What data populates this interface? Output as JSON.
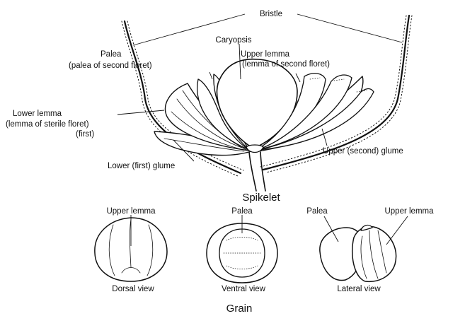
{
  "spikelet": {
    "labels": {
      "bristle": "Bristle",
      "caryopsis": "Caryopsis",
      "palea_1": "Palea",
      "palea_2": "(palea of second floret)",
      "upper_lemma_1": "Upper lemma",
      "upper_lemma_2": "(lemma of second floret)",
      "lower_lemma_1": "Lower lemma",
      "lower_lemma_2": "(lemma of sterile floret)",
      "lower_lemma_3": "(first)",
      "upper_glume": "Upper (second) glume",
      "lower_glume": "Lower (first) glume"
    },
    "caption": "Spikelet"
  },
  "grain": {
    "dorsal": {
      "label": "Upper lemma",
      "view": "Dorsal view"
    },
    "ventral": {
      "label": "Palea",
      "view": "Ventral view"
    },
    "lateral": {
      "label_left": "Palea",
      "label_right": "Upper lemma",
      "view": "Lateral view"
    },
    "caption": "Grain"
  }
}
